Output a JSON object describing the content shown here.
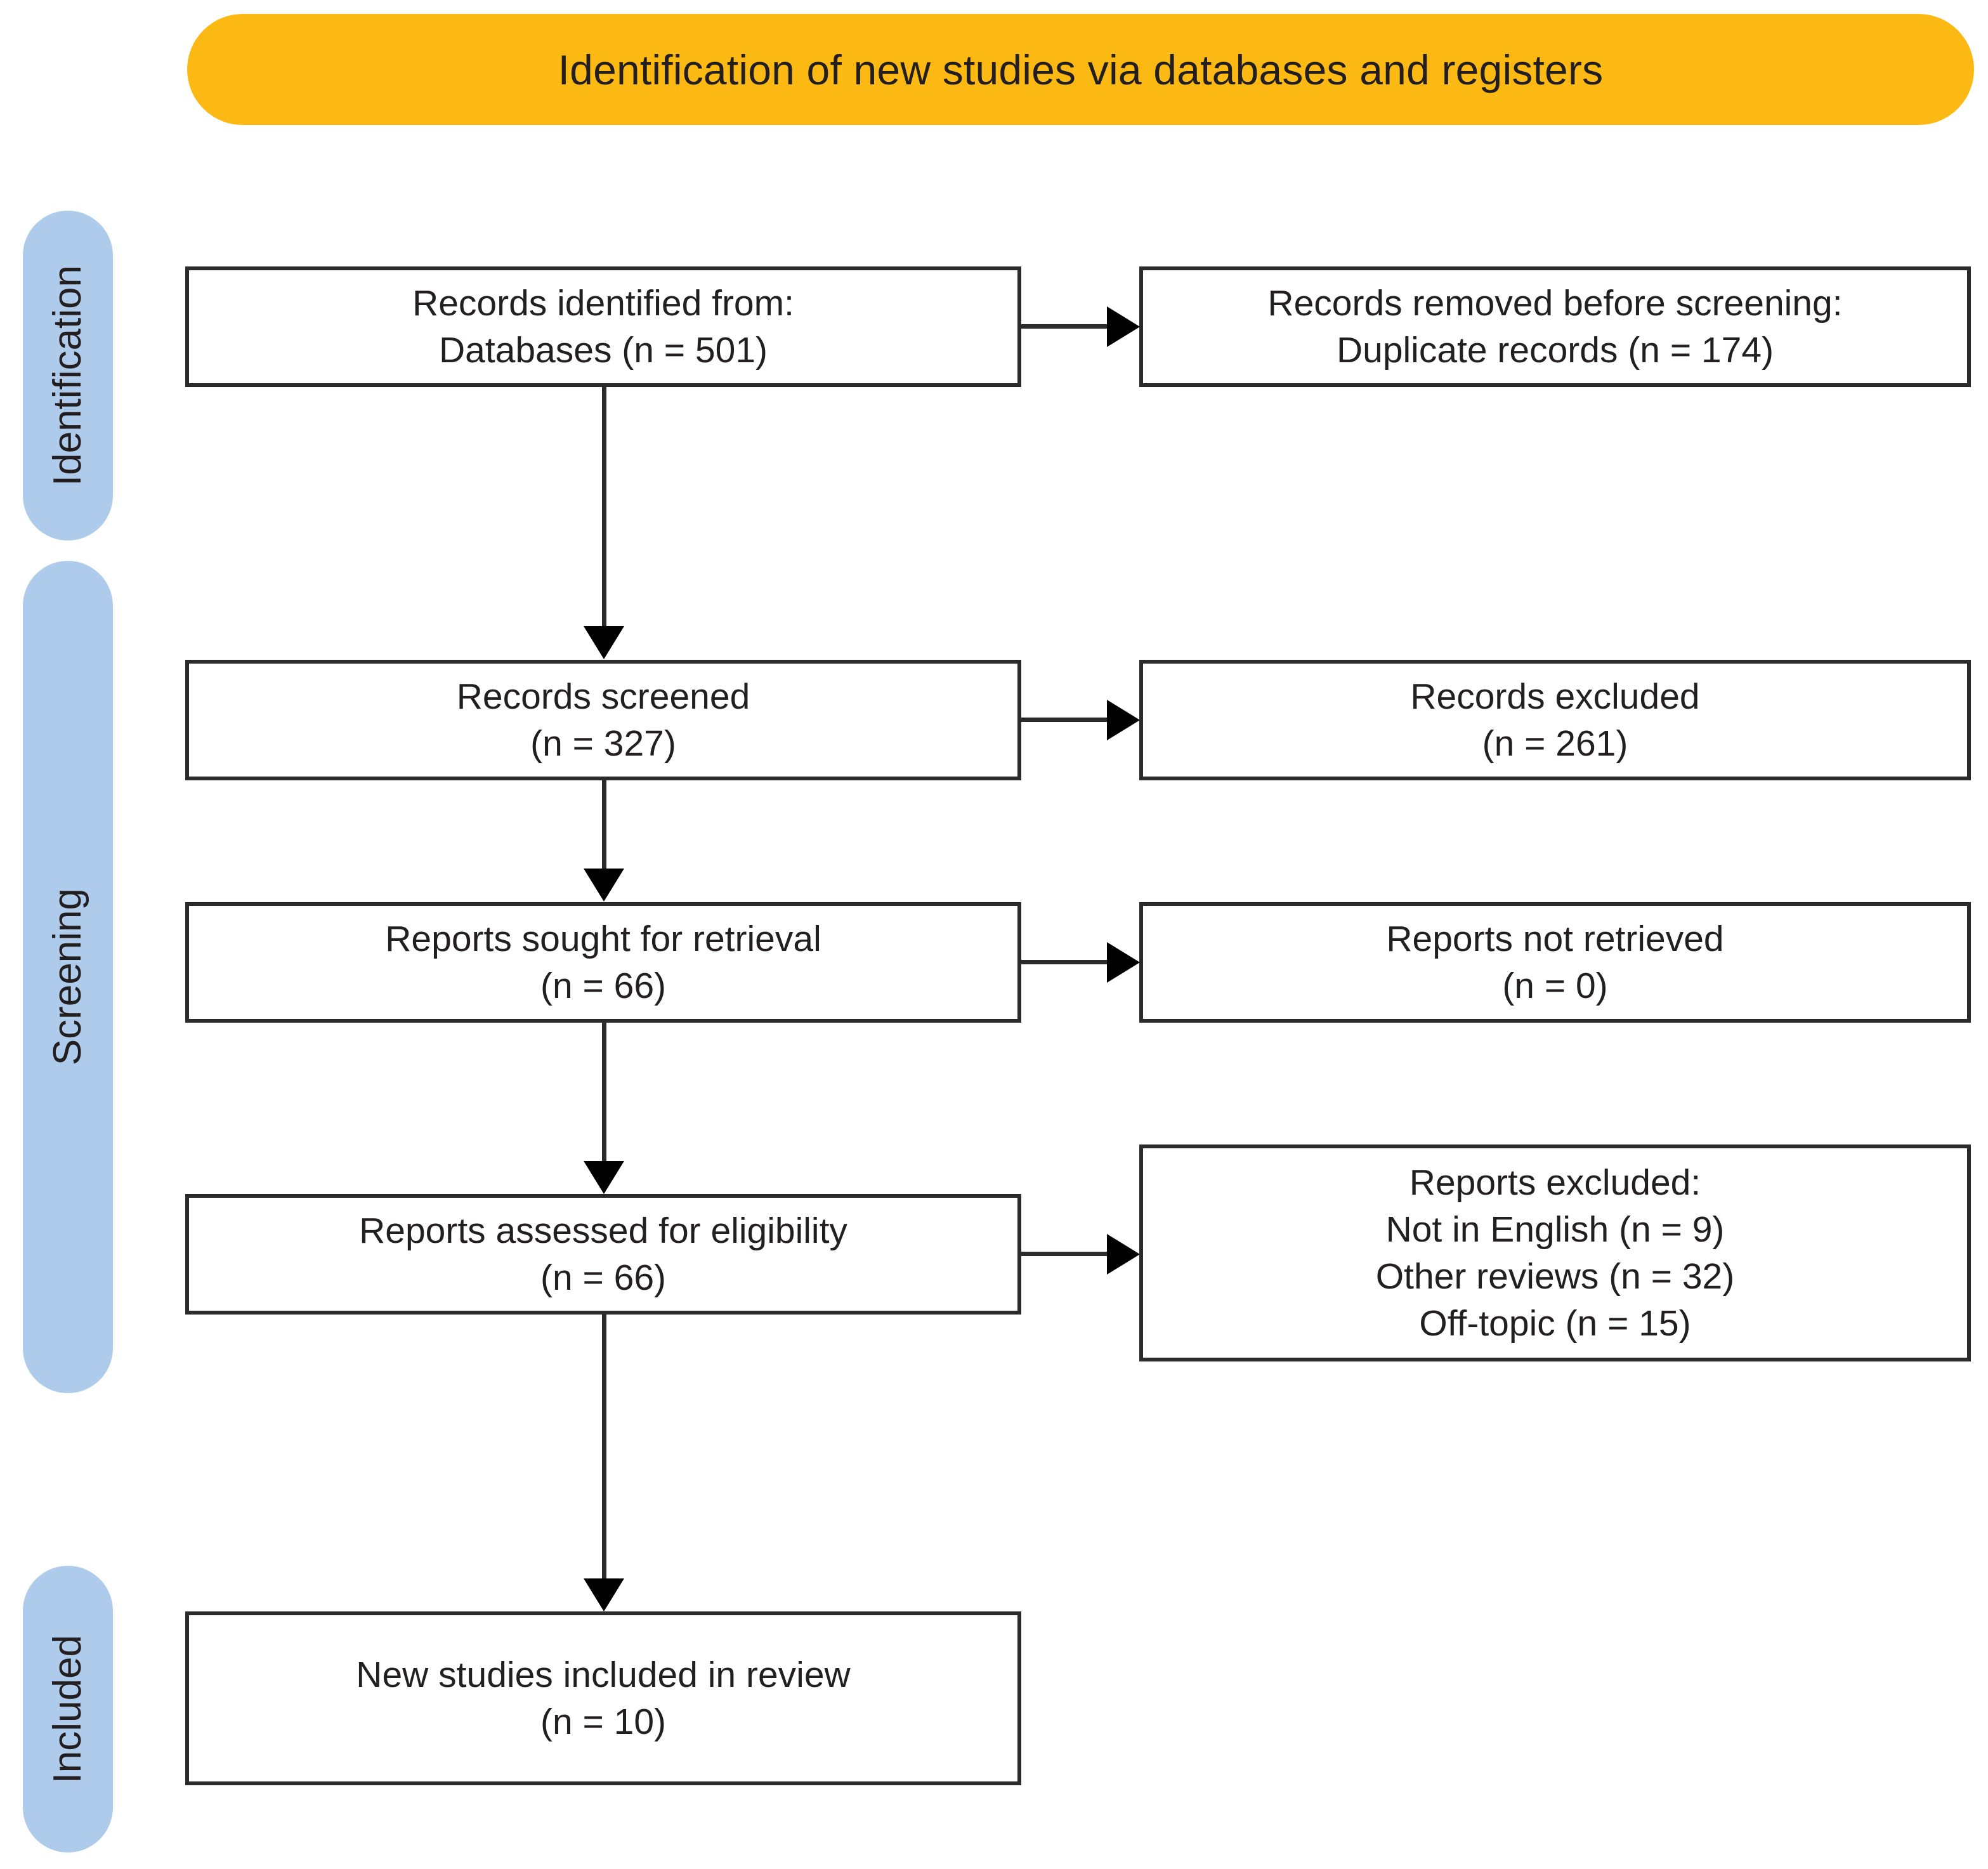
{
  "banner": {
    "title": "Identification of new studies via databases and registers",
    "color": "#fcb913"
  },
  "stages": [
    {
      "label": "Identification",
      "color": "#aecbeb"
    },
    {
      "label": "Screening",
      "color": "#aecbeb"
    },
    {
      "label": "Included",
      "color": "#aecbeb"
    }
  ],
  "boxes": {
    "records_identified": {
      "line1": "Records identified from:",
      "line2": "Databases (n = 501)"
    },
    "records_removed": {
      "line1": "Records removed before screening:",
      "line2": "Duplicate records (n = 174)"
    },
    "records_screened": {
      "line1": "Records screened",
      "line2": "(n = 327)"
    },
    "records_excluded": {
      "line1": "Records excluded",
      "line2": "(n = 261)"
    },
    "reports_sought": {
      "line1": "Reports sought for retrieval",
      "line2": "(n = 66)"
    },
    "reports_not_retrieved": {
      "line1": "Reports not retrieved",
      "line2": "(n = 0)"
    },
    "reports_assessed": {
      "line1": "Reports assessed for eligibility",
      "line2": "(n = 66)"
    },
    "reports_excluded": {
      "line1": "Reports excluded:",
      "line2": "Not in English (n = 9)",
      "line3": "Other reviews (n = 32)",
      "line4": "Off-topic (n = 15)"
    },
    "new_studies_included": {
      "line1": "New studies included in review",
      "line2": "(n = 10)"
    }
  },
  "chart_data": {
    "type": "diagram",
    "title": "Identification of new studies via databases and registers",
    "stages": [
      "Identification",
      "Screening",
      "Included"
    ],
    "nodes": [
      {
        "id": "records_identified",
        "stage": "Identification",
        "label": "Records identified from: Databases",
        "n": 501
      },
      {
        "id": "records_removed",
        "stage": "Identification",
        "label": "Records removed before screening: Duplicate records",
        "n": 174
      },
      {
        "id": "records_screened",
        "stage": "Screening",
        "label": "Records screened",
        "n": 327
      },
      {
        "id": "records_excluded",
        "stage": "Screening",
        "label": "Records excluded",
        "n": 261
      },
      {
        "id": "reports_sought",
        "stage": "Screening",
        "label": "Reports sought for retrieval",
        "n": 66
      },
      {
        "id": "reports_not_retrieved",
        "stage": "Screening",
        "label": "Reports not retrieved",
        "n": 0
      },
      {
        "id": "reports_assessed",
        "stage": "Screening",
        "label": "Reports assessed for eligibility",
        "n": 66
      },
      {
        "id": "reports_excluded",
        "stage": "Screening",
        "label": "Reports excluded",
        "reasons": [
          {
            "label": "Not in English",
            "n": 9
          },
          {
            "label": "Other reviews",
            "n": 32
          },
          {
            "label": "Off-topic",
            "n": 15
          }
        ]
      },
      {
        "id": "new_studies_included",
        "stage": "Included",
        "label": "New studies included in review",
        "n": 10
      }
    ],
    "edges": [
      {
        "from": "records_identified",
        "to": "records_removed",
        "direction": "right"
      },
      {
        "from": "records_identified",
        "to": "records_screened",
        "direction": "down"
      },
      {
        "from": "records_screened",
        "to": "records_excluded",
        "direction": "right"
      },
      {
        "from": "records_screened",
        "to": "reports_sought",
        "direction": "down"
      },
      {
        "from": "reports_sought",
        "to": "reports_not_retrieved",
        "direction": "right"
      },
      {
        "from": "reports_sought",
        "to": "reports_assessed",
        "direction": "down"
      },
      {
        "from": "reports_assessed",
        "to": "reports_excluded",
        "direction": "right"
      },
      {
        "from": "reports_assessed",
        "to": "new_studies_included",
        "direction": "down"
      }
    ]
  }
}
